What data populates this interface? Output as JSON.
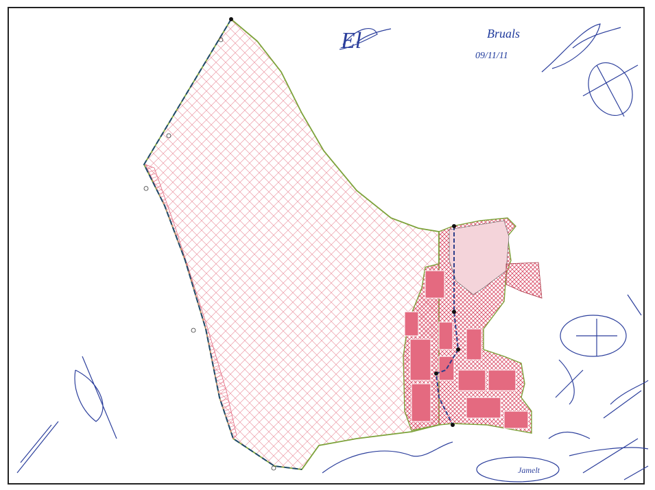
{
  "map": {
    "type": "cadastral-plan",
    "colors": {
      "boundary": "#7da23a",
      "boundary_dashed": "#1f4a6b",
      "hatch": "#e88a96",
      "built_fill": "#e46a80",
      "blocks_dark": "#d9506a",
      "road": "#2d3d8a",
      "signature_ink": "#2c3f9c",
      "frame": "#222222"
    },
    "annotations": {
      "signature_1_text": "El",
      "signature_2_text": "Bruals",
      "signature_2_date": "09/11/11",
      "signature_bottom_right": "Jamelt"
    },
    "zones": [
      "rural-hatched-zone",
      "linear-strip-zone",
      "urban-core",
      "east-extension"
    ]
  }
}
